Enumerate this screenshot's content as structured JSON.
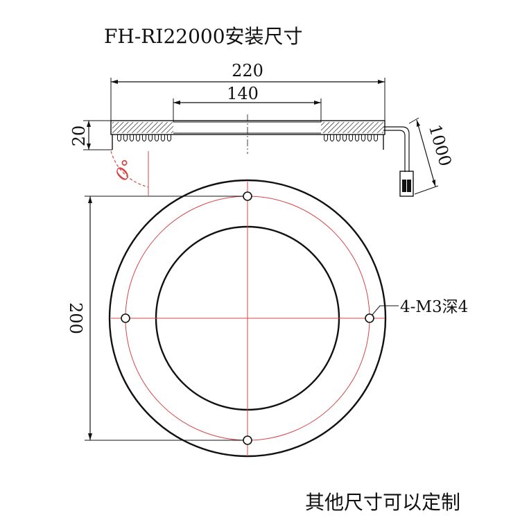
{
  "title": "FH-RI22000安装尺寸",
  "dimensions": {
    "outer_width": "220",
    "inner_width": "140",
    "height": "20",
    "cable_length": "1000",
    "diameter": "200",
    "angle": "0°"
  },
  "annotations": {
    "mounting_holes": "4-M3深4"
  },
  "footer": "其他尺寸可以定制",
  "colors": {
    "line": "#111111",
    "red_line": "#d64545",
    "background": "#ffffff"
  }
}
